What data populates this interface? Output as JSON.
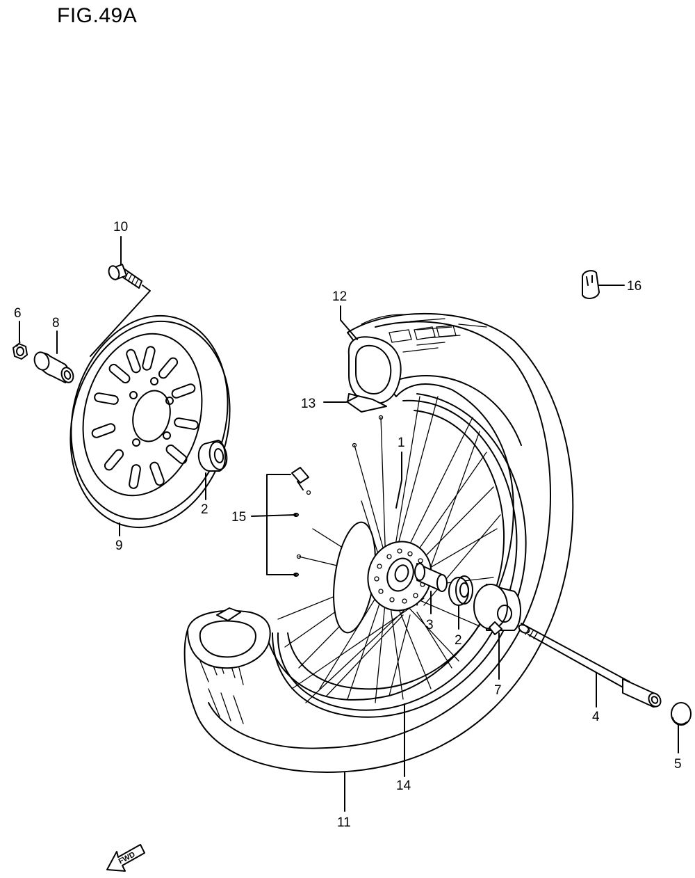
{
  "figure": {
    "title": "FIG.49A"
  },
  "callouts": {
    "c1": "1",
    "c2a": "2",
    "c2b": "2",
    "c3": "3",
    "c4": "4",
    "c5": "5",
    "c6": "6",
    "c7": "7",
    "c8": "8",
    "c9": "9",
    "c10": "10",
    "c11": "11",
    "c12": "12",
    "c13": "13",
    "c14": "14",
    "c15": "15",
    "c16": "16"
  },
  "direction_arrow": {
    "label": "FWD"
  }
}
